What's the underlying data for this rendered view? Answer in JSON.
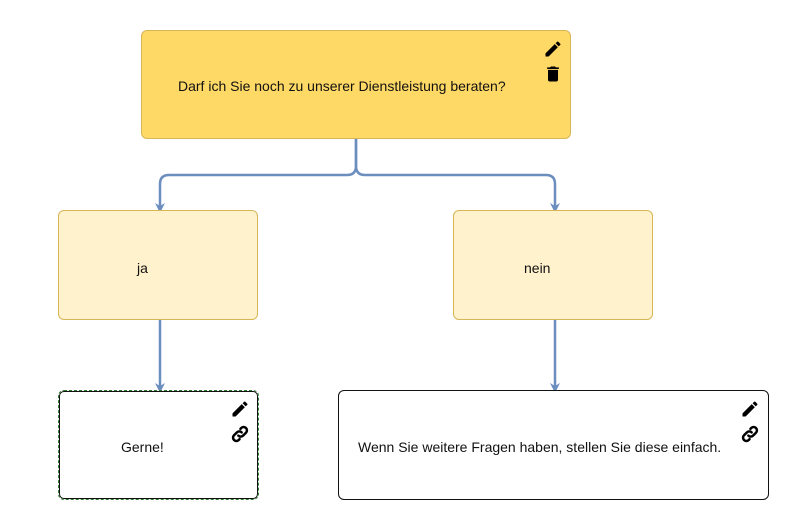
{
  "question": {
    "text": "Darf ich Sie noch zu unserer Dienstleistung beraten?"
  },
  "answers": [
    {
      "text": "ja"
    },
    {
      "text": "nein"
    }
  ],
  "responses": [
    {
      "text": "Gerne!"
    },
    {
      "text": "Wenn Sie weitere Fragen haben, stellen Sie diese einfach."
    }
  ],
  "colors": {
    "question_fill": "#ffd966",
    "answer_fill": "#fff2cc",
    "node_border": "#d6b656",
    "edge": "#6c8ebf"
  },
  "icons": {
    "question": [
      "pencil-icon",
      "trash-icon"
    ],
    "responses": [
      "pencil-icon",
      "link-icon"
    ]
  }
}
